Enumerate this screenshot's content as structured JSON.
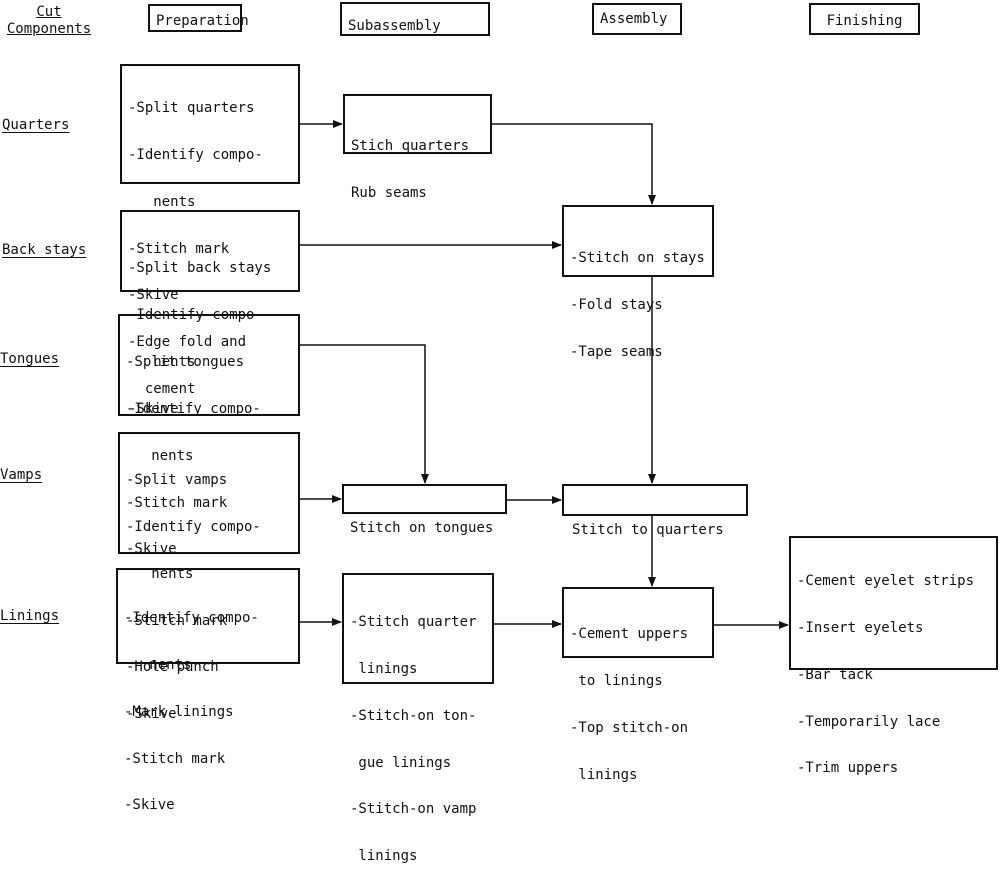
{
  "headers": {
    "cut_components": [
      "Cut",
      "Components"
    ],
    "preparation": "Preparation",
    "subassembly": "Subassembly",
    "assembly": "Assembly",
    "finishing": "Finishing"
  },
  "rows": {
    "quarters": "Quarters",
    "back_stays": "Back stays",
    "tongues": "Tongues",
    "vamps": "Vamps",
    "linings": "Linings"
  },
  "boxes": {
    "prep_quarters": [
      "-Split quarters",
      "-Identify compo-",
      "   nents",
      "-Stitch mark",
      "-Skive",
      "-Edge fold and",
      "  cement"
    ],
    "prep_back_stays": [
      "-Split back stays",
      "-Identify compo-",
      "   nents",
      "-Skive"
    ],
    "prep_tongues": [
      "-Split tongues",
      "-Identify compo-",
      "   nents",
      "-Stitch mark",
      "-Skive"
    ],
    "prep_vamps": [
      "-Split vamps",
      "-Identify compo-",
      "   nents",
      "-Stitch mark",
      "-Hole punch",
      "-Skive"
    ],
    "prep_linings": [
      "-Identify compo-",
      "   nents",
      "-Mark linings",
      "-Stitch mark",
      "-Skive"
    ],
    "sub_quarters": [
      "Stich quarters",
      "Rub seams"
    ],
    "sub_tongues": [
      "Stitch on tongues"
    ],
    "sub_linings": [
      "-Stitch quarter",
      " linings",
      "-Stitch-on ton-",
      " gue linings",
      "-Stitch-on vamp",
      " linings"
    ],
    "asm_stays": [
      "-Stitch on stays",
      "-Fold stays",
      "-Tape seams"
    ],
    "asm_quarters": [
      "Stitch to quarters"
    ],
    "asm_uppers": [
      "-Cement uppers",
      " to linings",
      "-Top stitch-on",
      " linings"
    ],
    "finishing": [
      "-Cement eyelet strips",
      "-Insert eyelets",
      "-Bar tack",
      "-Temporarily lace",
      "-Trim uppers"
    ]
  }
}
